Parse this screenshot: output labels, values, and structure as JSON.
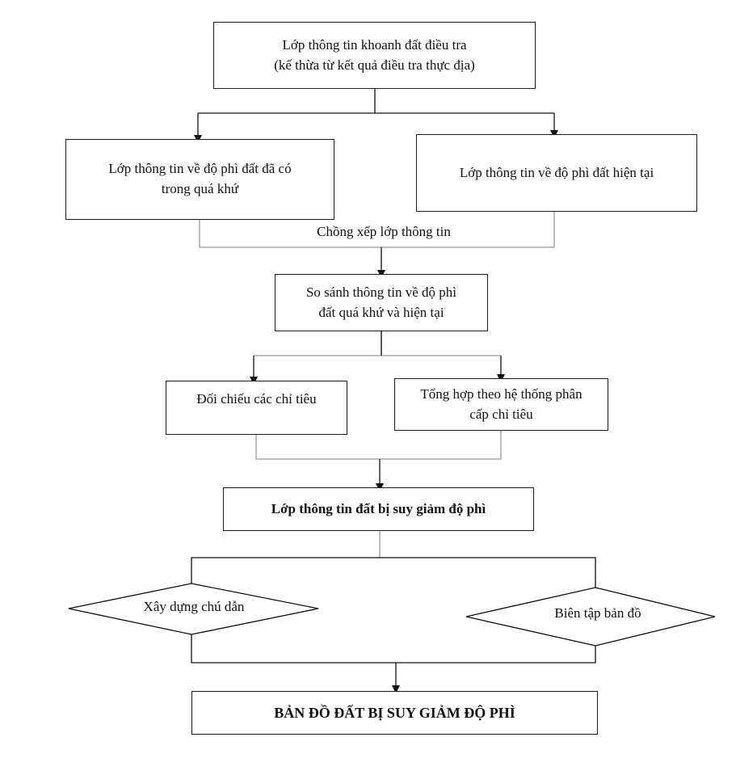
{
  "nodes": {
    "survey_layer": {
      "line1": "Lớp thông tin khoanh đất điều tra",
      "line2": "(kế thừa từ kết quả điều tra thực địa)"
    },
    "past_fertility": {
      "line1": "Lớp thông tin về độ phì đất đã có",
      "line2": "trong quá khứ"
    },
    "current_fertility": {
      "line1": "Lớp thông tin về độ phì đất hiện tại"
    },
    "overlay_label": "Chồng xếp lớp thông tin",
    "compare": {
      "line1": "So sánh thông tin về độ phì",
      "line2": "đất quá khứ và hiện tại"
    },
    "cross_check": {
      "line1": "Đối chiếu các chỉ tiêu"
    },
    "summary": {
      "line1": "Tổng hợp theo hệ thống phân",
      "line2": "cấp chỉ tiêu"
    },
    "degraded_layer": {
      "line1": "Lớp thông tin đất bị suy giảm độ phì"
    },
    "legend_build": "Xây dựng chú dẫn",
    "map_edit": "Biên tập bản đồ",
    "final_map": {
      "line1": "BẢN ĐỒ ĐẤT BỊ SUY GIẢM ĐỘ PHÌ"
    }
  }
}
